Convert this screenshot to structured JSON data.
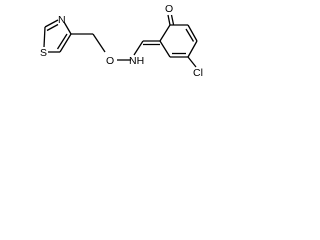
{
  "molecule": {
    "atoms": {
      "oxygen_top": "O",
      "nitrogen_thiazole": "N",
      "sulfur_thiazole": "S",
      "oxygen_ether": "O",
      "nh": "NH",
      "chlorine": "Cl"
    },
    "colors": {
      "bond": "#000000",
      "label": "#000000",
      "background": "#ffffff"
    }
  }
}
